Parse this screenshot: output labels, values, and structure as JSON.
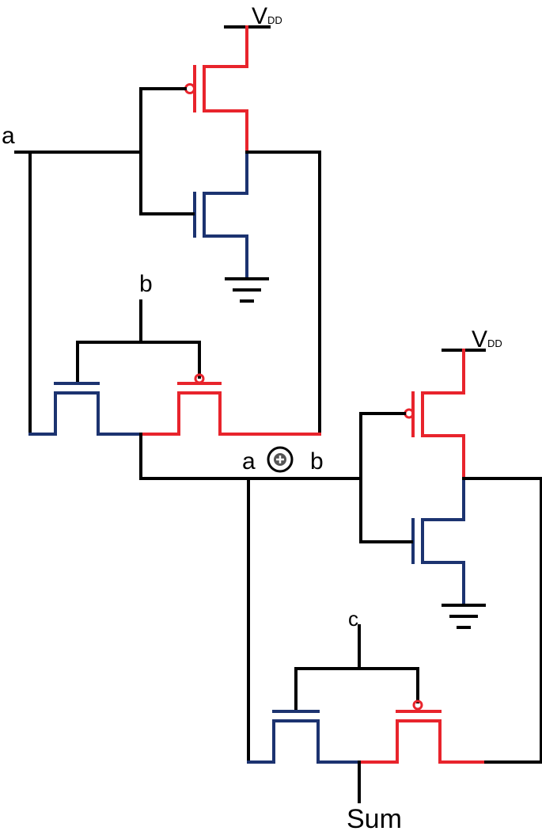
{
  "labels": {
    "input_a": "a",
    "input_b": "b",
    "input_c": "c",
    "vdd_main_1": "V",
    "vdd_sub_1": "DD",
    "vdd_main_2": "V",
    "vdd_sub_2": "DD",
    "xor_left": "a",
    "xor_right": "b",
    "output": "Sum"
  },
  "colors": {
    "wire": "#000000",
    "pmos": "#e8242c",
    "nmos": "#1c3370"
  }
}
